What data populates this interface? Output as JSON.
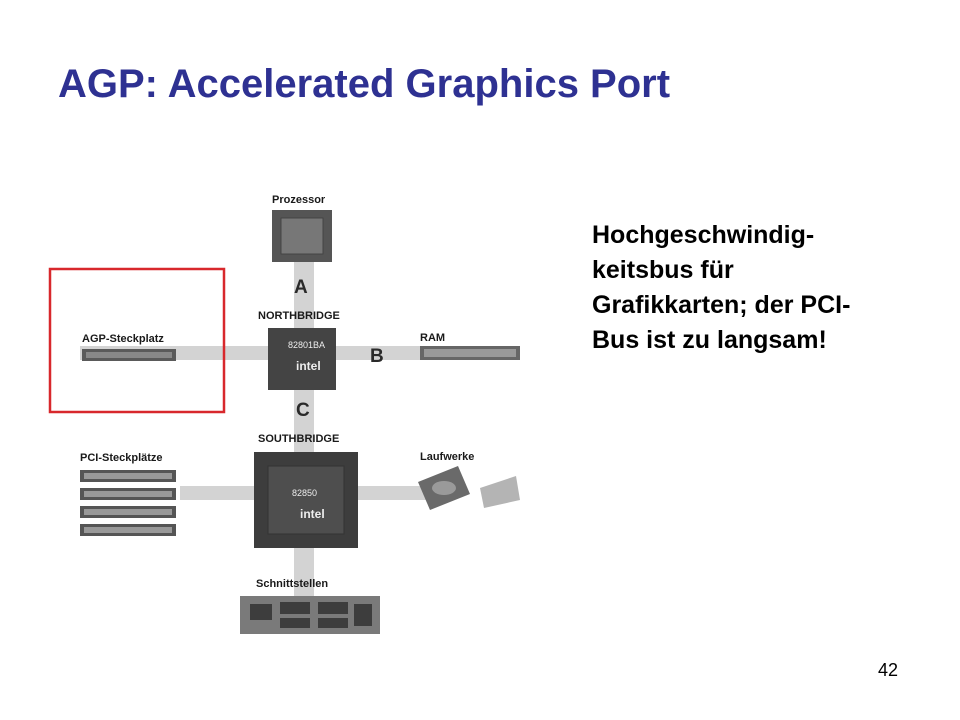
{
  "slide": {
    "title": "AGP: Accelerated Graphics Port",
    "description_lines": [
      "Hochgeschwindig-",
      "keitsbus für",
      "Grafikkarten; der PCI-",
      "Bus ist zu langsam!"
    ],
    "page_number": "42"
  },
  "diagram": {
    "labels": {
      "processor": "Prozessor",
      "northbridge": "NORTHBRIDGE",
      "southbridge": "SOUTHBRIDGE",
      "ram": "RAM",
      "agp_slot": "AGP-Steckplatz",
      "pci_slots": "PCI-Steckplätze",
      "drives": "Laufwerke",
      "interfaces": "Schnittstellen"
    },
    "buses": {
      "a": "A",
      "b": "B",
      "c": "C"
    },
    "chips": {
      "northbridge_id": "82801BA",
      "southbridge_id": "82850",
      "brand": "intel"
    },
    "highlight_color": "#d8282c",
    "title_color": "#2e3192"
  }
}
